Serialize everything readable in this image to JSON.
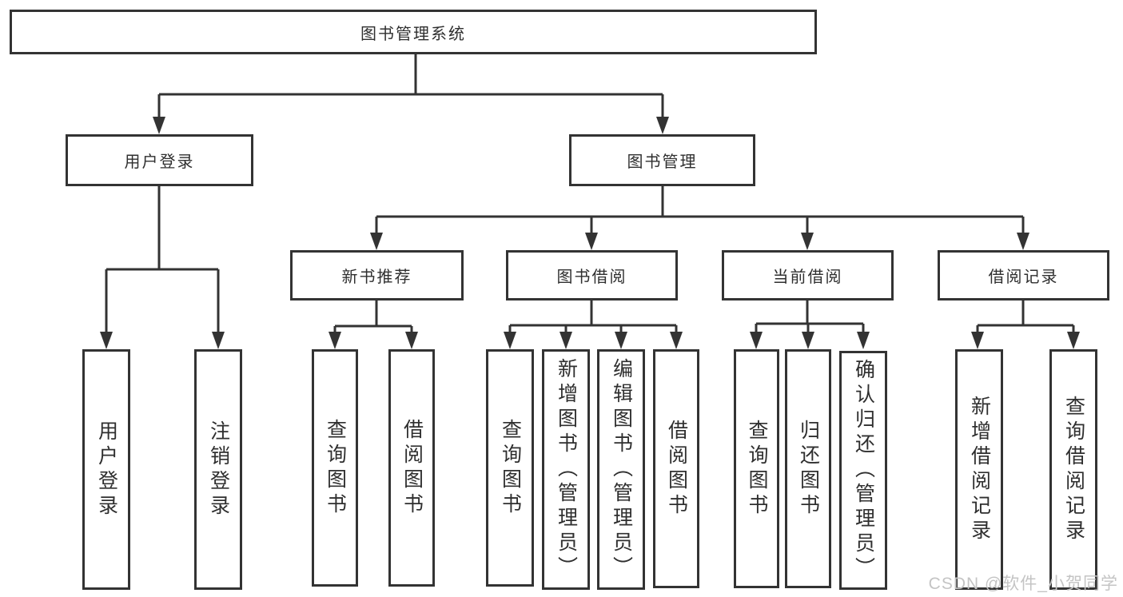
{
  "tree": {
    "label": "图书管理系统",
    "children": [
      {
        "label": "用户登录",
        "children": [
          {
            "label": "用户登录"
          },
          {
            "label": "注销登录"
          }
        ]
      },
      {
        "label": "图书管理",
        "children": [
          {
            "label": "新书推荐",
            "children": [
              {
                "label": "查询图书"
              },
              {
                "label": "借阅图书"
              }
            ]
          },
          {
            "label": "图书借阅",
            "children": [
              {
                "label": "查询图书"
              },
              {
                "label": "新增图书（管理员）"
              },
              {
                "label": "编辑图书（管理员）"
              },
              {
                "label": "借阅图书"
              }
            ]
          },
          {
            "label": "当前借阅",
            "children": [
              {
                "label": "查询图书"
              },
              {
                "label": "归还图书"
              },
              {
                "label": "确认归还（管理员）"
              }
            ]
          },
          {
            "label": "借阅记录",
            "children": [
              {
                "label": "新增借阅记录"
              },
              {
                "label": "查询借阅记录"
              }
            ]
          }
        ]
      }
    ]
  },
  "watermark": {
    "text": "CSDN @软件_小贺同学"
  },
  "colors": {
    "background": "#ffffff",
    "line": "#333333",
    "box_border": "#333333",
    "text": "#2f2f2f",
    "watermark": "#c4c4c4"
  }
}
